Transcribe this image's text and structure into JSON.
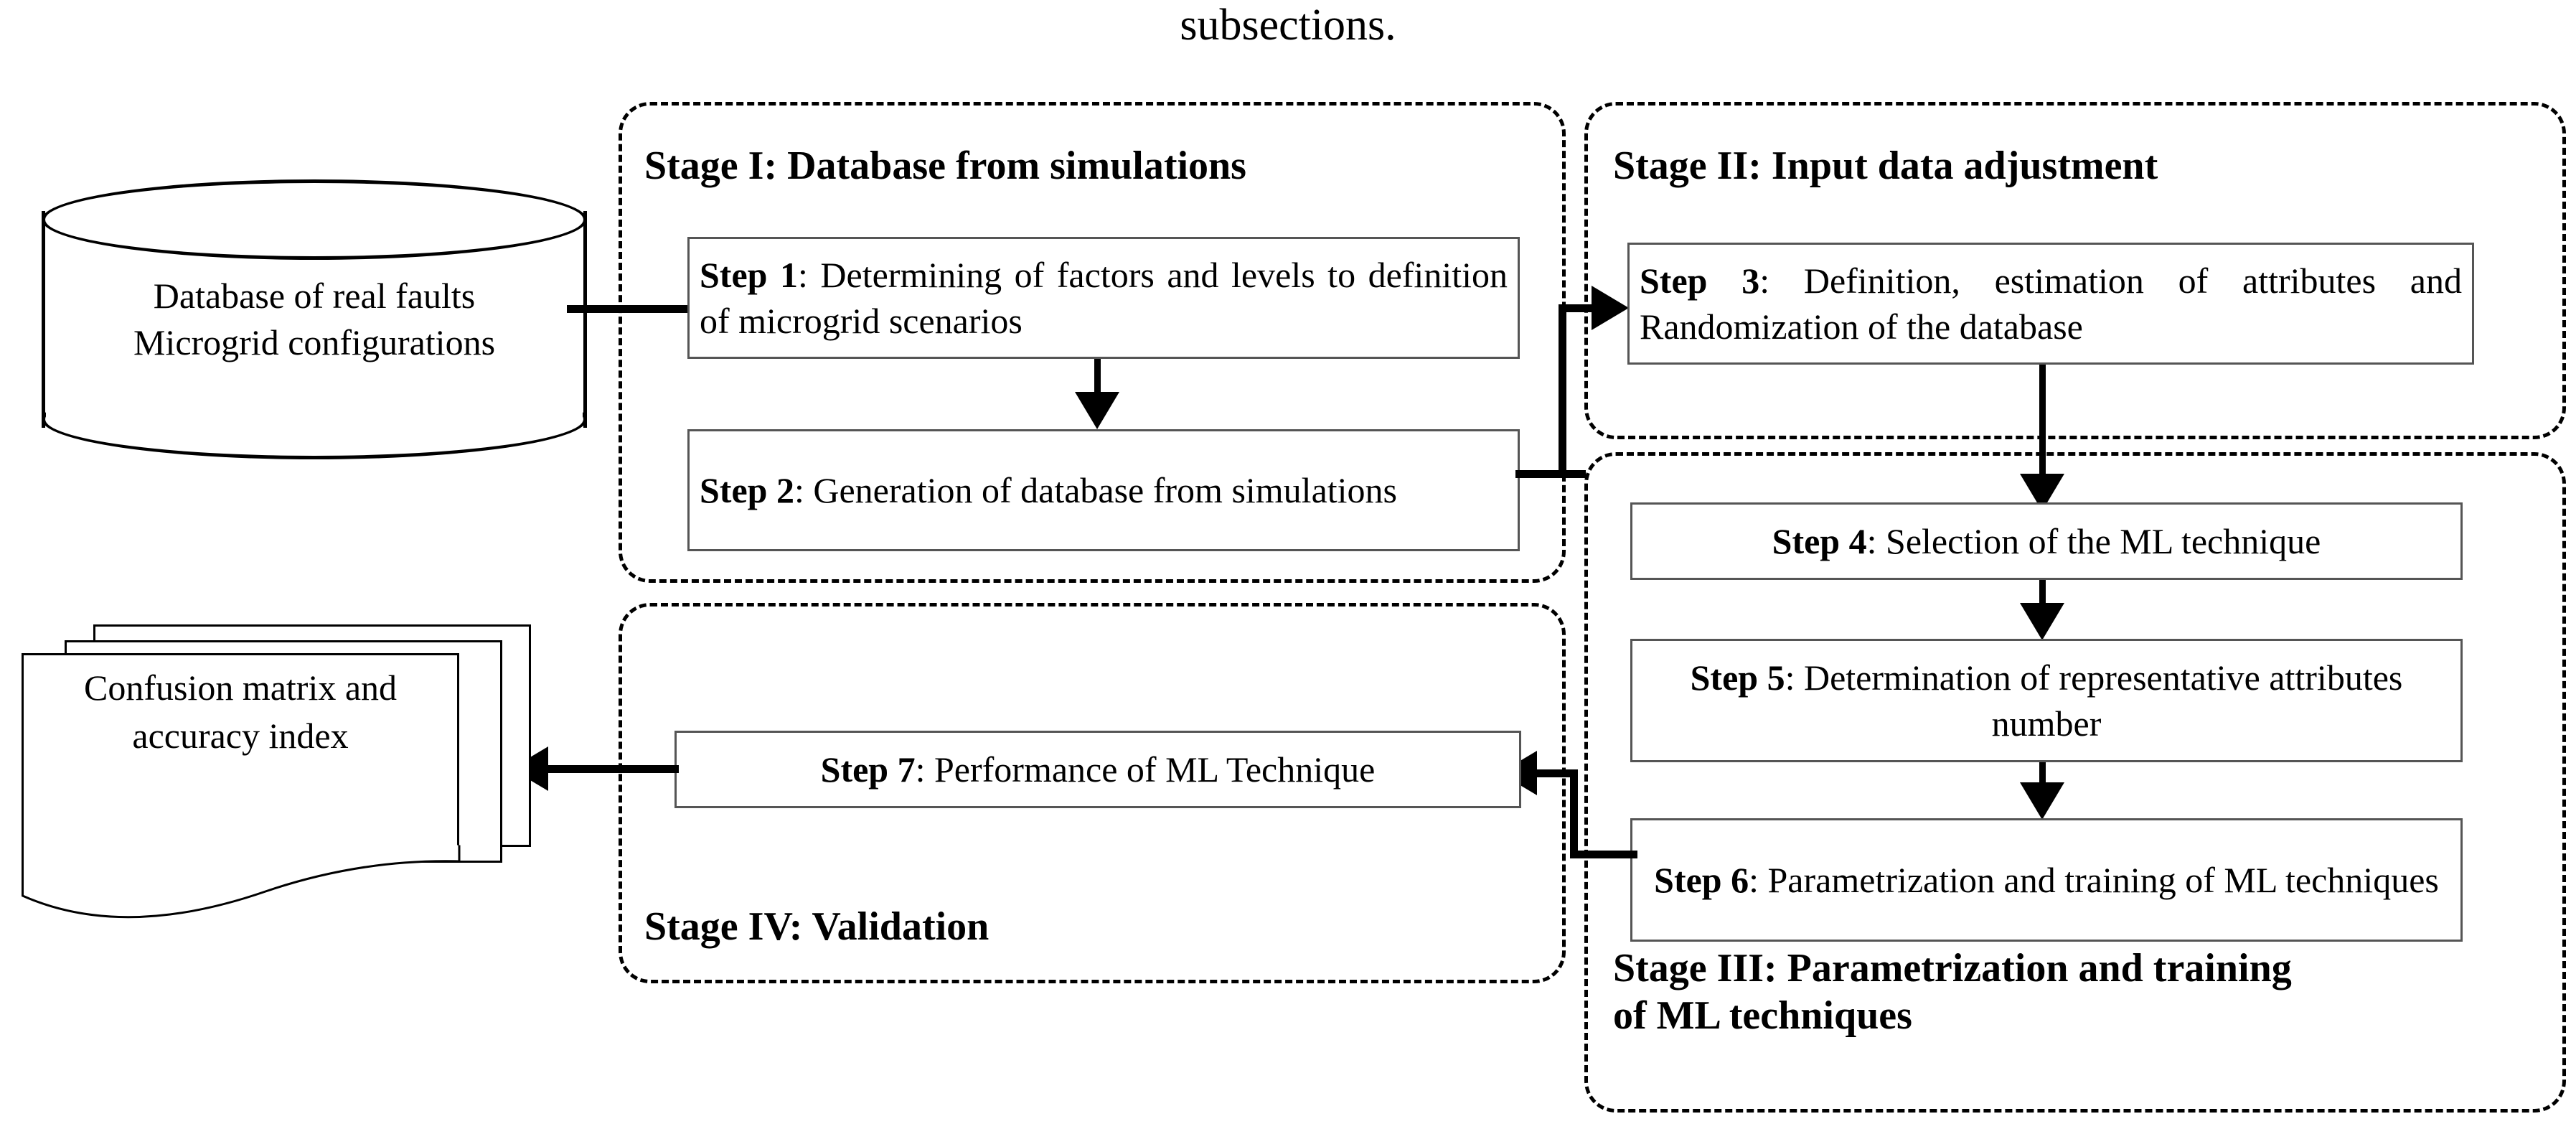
{
  "caption": "subsections.",
  "source": {
    "label": "Database of real faults\nMicrogrid configurations"
  },
  "output": {
    "label": "Confusion matrix and\naccuracy index"
  },
  "stages": [
    {
      "id": "stage-1",
      "title": "Stage I: Database from simulations"
    },
    {
      "id": "stage-2",
      "title": "Stage II: Input data adjustment"
    },
    {
      "id": "stage-3",
      "title": "Stage III: Parametrization and training\nof ML techniques"
    },
    {
      "id": "stage-4",
      "title": "Stage IV: Validation"
    }
  ],
  "steps": [
    {
      "id": "step-1",
      "label": "Step 1",
      "text": ": Determining of factors and levels to definition of microgrid scenarios"
    },
    {
      "id": "step-2",
      "label": "Step 2",
      "text": ": Generation of database from simulations"
    },
    {
      "id": "step-3",
      "label": "Step 3",
      "text": ": Definition, estimation of attributes and Randomization of the database"
    },
    {
      "id": "step-4",
      "label": "Step 4",
      "text": ": Selection of the ML technique"
    },
    {
      "id": "step-5",
      "label": "Step 5",
      "text": ": Determination of representative attributes number"
    },
    {
      "id": "step-6",
      "label": "Step 6",
      "text": ": Parametrization and training of ML techniques"
    },
    {
      "id": "step-7",
      "label": "Step 7",
      "text": ": Performance of ML Technique"
    }
  ],
  "colors": {
    "line": "#000000",
    "box_border": "#555555",
    "background": "#ffffff"
  }
}
